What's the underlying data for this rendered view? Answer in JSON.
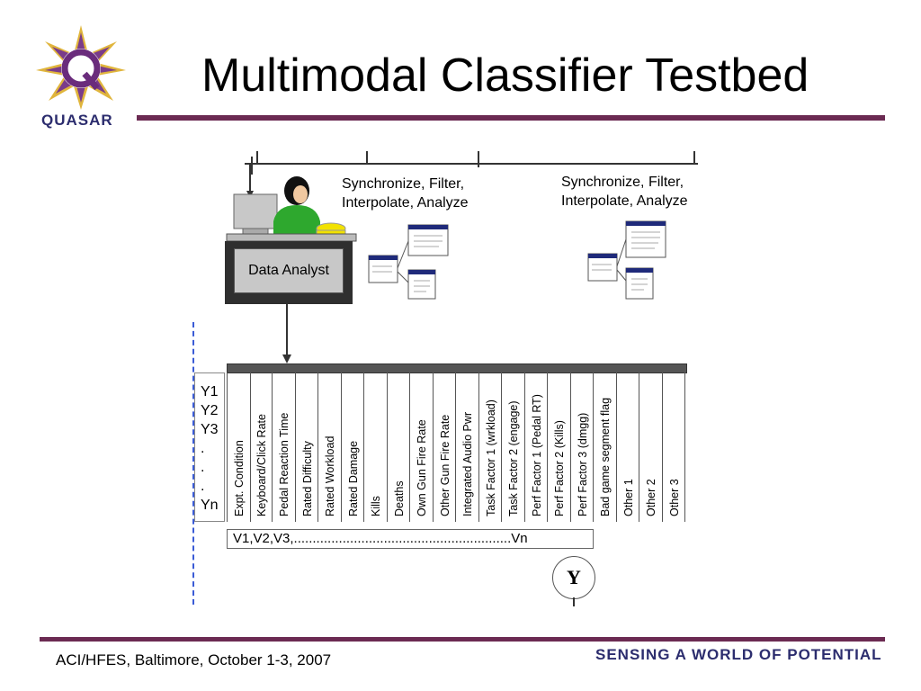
{
  "slide": {
    "title": "Multimodal Classifier Testbed",
    "logo_text": "QUASAR",
    "footer_left": "ACI/HFES, Baltimore, October 1-3, 2007",
    "footer_right": "SENSING A WORLD OF POTENTIAL"
  },
  "diagram": {
    "sync_left_line1": "Synchronize, Filter,",
    "sync_left_line2": "Interpolate, Analyze",
    "sync_right_line1": "Synchronize, Filter,",
    "sync_right_line2": "Interpolate, Analyze",
    "analyst_label": "Data Analyst",
    "rows": [
      "Y1",
      "Y2",
      "Y3",
      ".",
      ".",
      ".",
      "Yn"
    ],
    "columns": [
      "Expt. Condition",
      "Keyboard/Click Rate",
      "Pedal Reaction Time",
      "Rated Difficulty",
      "Rated Workload",
      "Rated Damage",
      "Kills",
      "Deaths",
      "Own Gun Fire Rate",
      "Other Gun Fire Rate",
      "Integrated Audio Pwr",
      "Task Factor 1 (wrkload)",
      "Task Factor 2 (engage)",
      "Perf Factor 1 (Pedal RT)",
      "Perf Factor 2 (Kills)",
      "Perf Factor 3 (dmgg)",
      "Bad game segment flag",
      "Other 1",
      "Other 2",
      "Other 3"
    ],
    "vector_label": "V1,V2,V3,..........................................................Vn",
    "output_label": "Y"
  },
  "colors": {
    "accent_bar": "#6b2a52",
    "brand_navy": "#2c2d6e",
    "monitor_gray": "#c8c8c8",
    "person_green": "#2ea82e",
    "phone_yellow": "#f2e200"
  }
}
